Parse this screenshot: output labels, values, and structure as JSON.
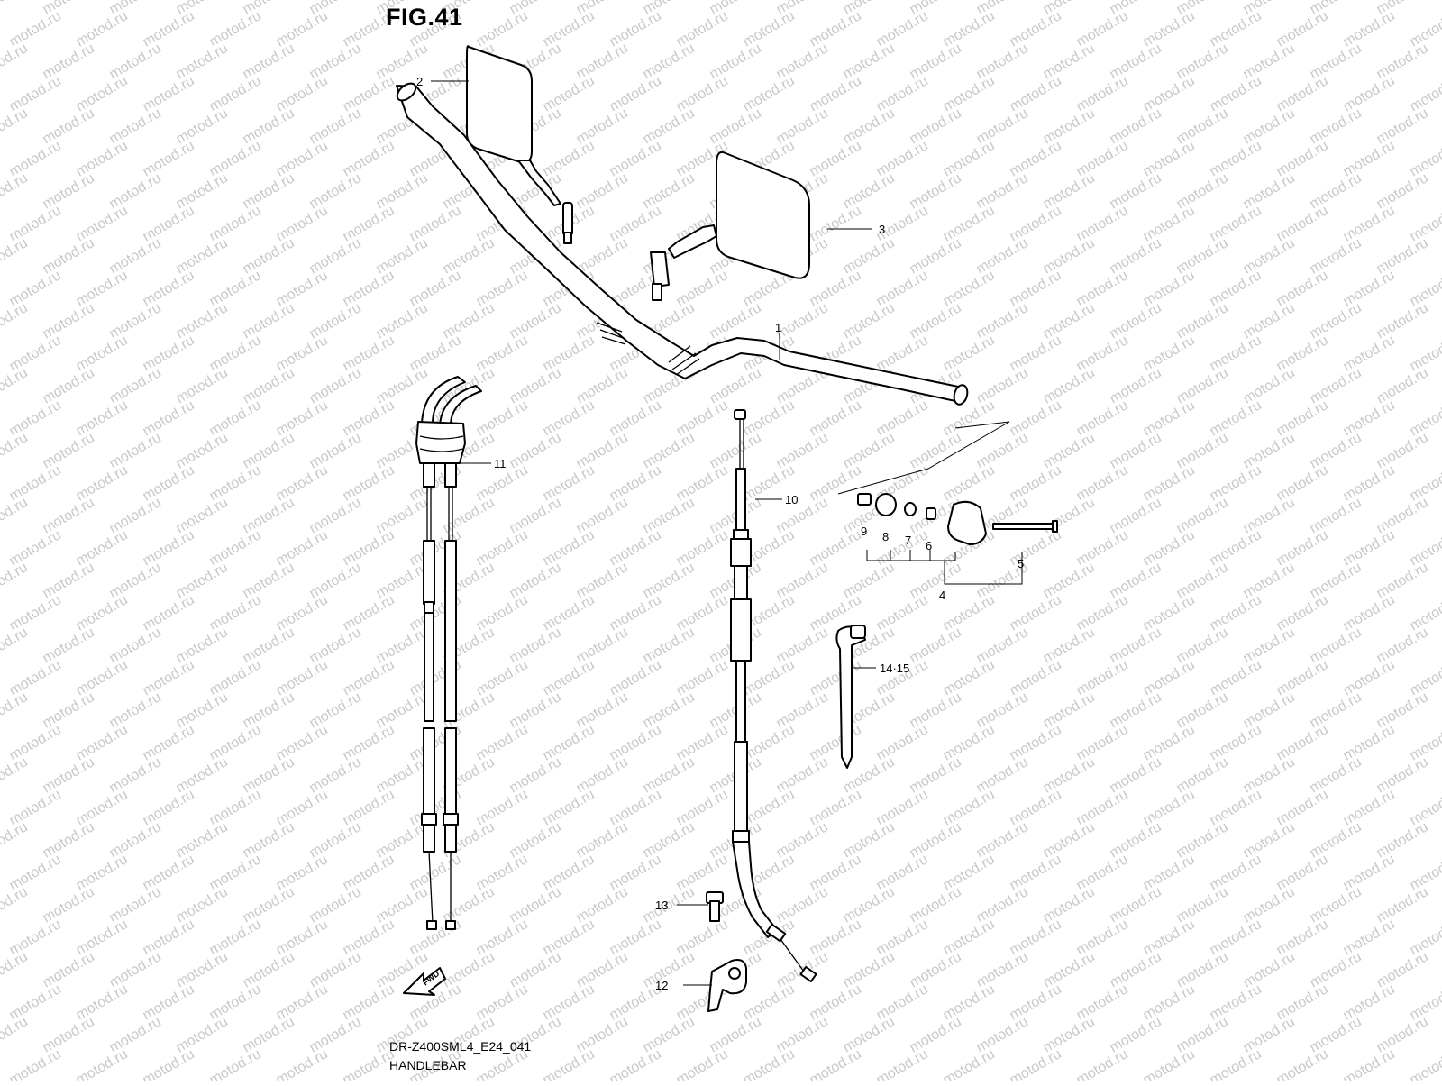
{
  "figure": {
    "title": "FIG.41",
    "code": "DR-Z400SML4_E24_041",
    "name": "HANDLEBAR",
    "watermark": "motod.ru",
    "direction_label": "FWD"
  },
  "callouts": [
    {
      "id": "c1",
      "label": "1"
    },
    {
      "id": "c2",
      "label": "2"
    },
    {
      "id": "c3",
      "label": "3"
    },
    {
      "id": "c4",
      "label": "4"
    },
    {
      "id": "c5",
      "label": "5"
    },
    {
      "id": "c6",
      "label": "6"
    },
    {
      "id": "c7",
      "label": "7"
    },
    {
      "id": "c8",
      "label": "8"
    },
    {
      "id": "c9",
      "label": "9"
    },
    {
      "id": "c10",
      "label": "10"
    },
    {
      "id": "c11",
      "label": "11"
    },
    {
      "id": "c12",
      "label": "12"
    },
    {
      "id": "c13",
      "label": "13"
    },
    {
      "id": "c14",
      "label": "14·15"
    }
  ]
}
